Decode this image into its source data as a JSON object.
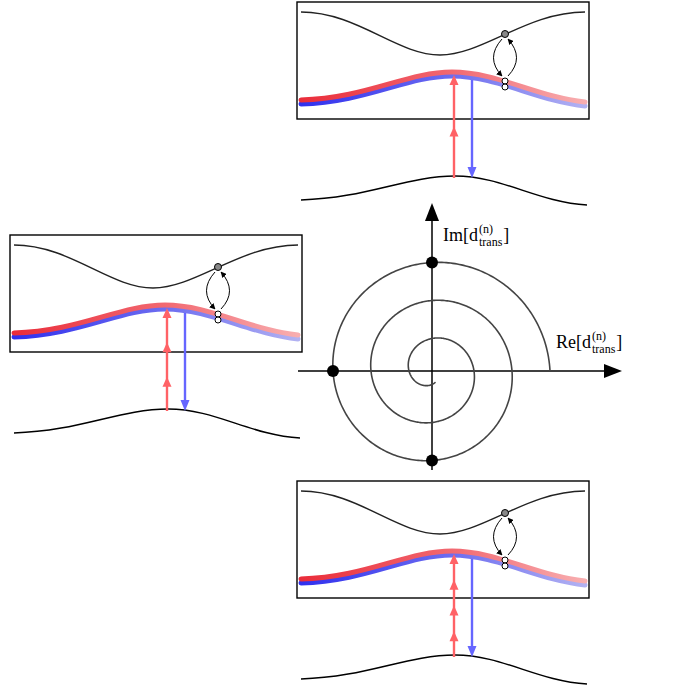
{
  "diagram": {
    "labels": [
      "Im[d",
      "(n)",
      "trans",
      "]",
      "Re[d",
      "(n)",
      "trans",
      "]"
    ]
  }
}
